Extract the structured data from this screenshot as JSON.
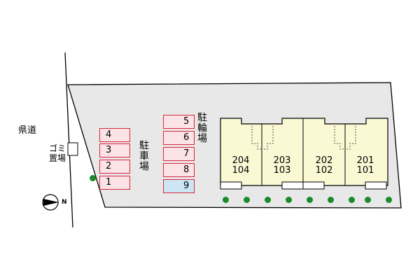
{
  "road_label": "県道",
  "garbage_label": "ゴミ置場",
  "garbage_line1": "ゴミ",
  "garbage_line2": "置場",
  "parking_label": "駐車場",
  "bike_parking_label": "駐輪場",
  "parking_left": [
    "4",
    "3",
    "2",
    "1"
  ],
  "parking_right": [
    "5",
    "6",
    "7",
    "8",
    "9"
  ],
  "highlighted_slot": "9",
  "units": [
    {
      "upper": "204",
      "lower": "104"
    },
    {
      "upper": "203",
      "lower": "103"
    },
    {
      "upper": "202",
      "lower": "102"
    },
    {
      "upper": "201",
      "lower": "101"
    }
  ],
  "north_label": "N",
  "colors": {
    "lot": "#e8e8e8",
    "building": "#fbf8d4",
    "parking_border": "#d9273f",
    "parking_fill": "#fbe3e6",
    "highlight_fill": "#cde6f6",
    "tree": "#1a8a2a"
  }
}
